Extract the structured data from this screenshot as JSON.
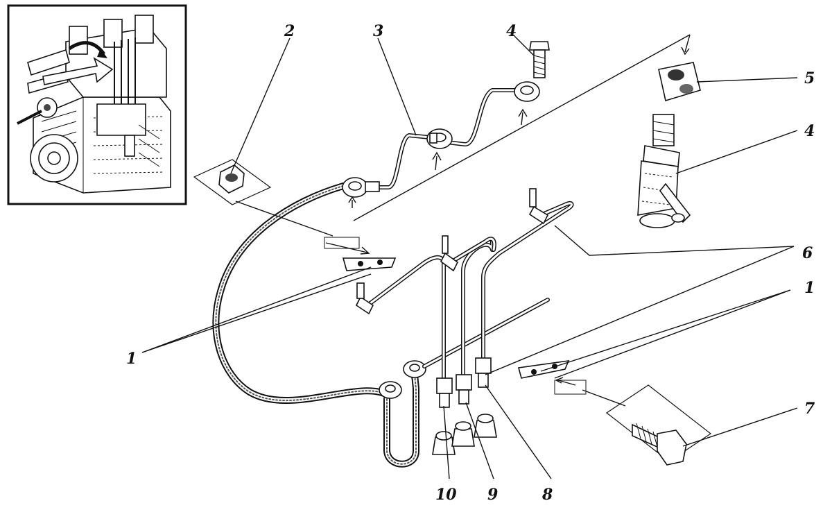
{
  "callouts": {
    "c1a": "1",
    "c1b": "1",
    "c2": "2",
    "c3": "3",
    "c4a": "4",
    "c4b": "4",
    "c5": "5",
    "c6": "6",
    "c7": "7",
    "c8": "8",
    "c9": "9",
    "c10": "10"
  }
}
